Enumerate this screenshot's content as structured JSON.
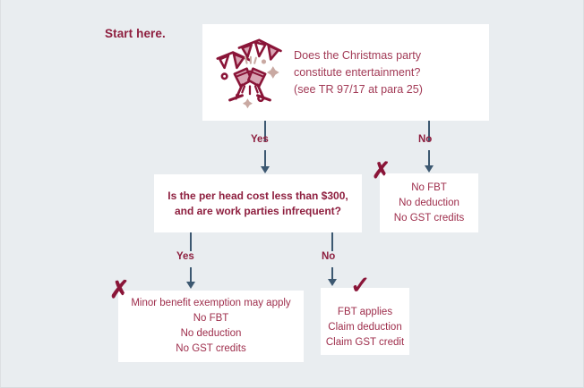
{
  "page": {
    "background_color": "#e9edf0",
    "accent_color": "#8a1538",
    "text_color": "#a23a56",
    "connector_color": "#3c5871",
    "box_color": "#ffffff"
  },
  "start": {
    "label": "Start here."
  },
  "question_1": {
    "icon": "christmas-party-icon",
    "text": "Does the Christmas party\nconstitute entertainment?\n(see TR 97/17 at para 25)"
  },
  "question_2": {
    "text": "Is the per head cost less than $300,\nand are work parties infrequent?"
  },
  "connectors": {
    "q1_yes": "Yes",
    "q1_no": "No",
    "q2_yes": "Yes",
    "q2_no": "No"
  },
  "outcomes": {
    "no_fbt": {
      "text": "No FBT\nNo deduction\nNo GST credits",
      "mark": "cross-mark"
    },
    "minor_benefit": {
      "text": "Minor benefit exemption may apply\nNo FBT\nNo deduction\nNo GST credits",
      "mark": "cross-mark"
    },
    "fbt_applies": {
      "text": "FBT applies\nClaim deduction\nClaim GST credit",
      "mark": "check-mark"
    }
  },
  "marks": {
    "cross_glyph": "✗",
    "check_glyph": "✓"
  }
}
